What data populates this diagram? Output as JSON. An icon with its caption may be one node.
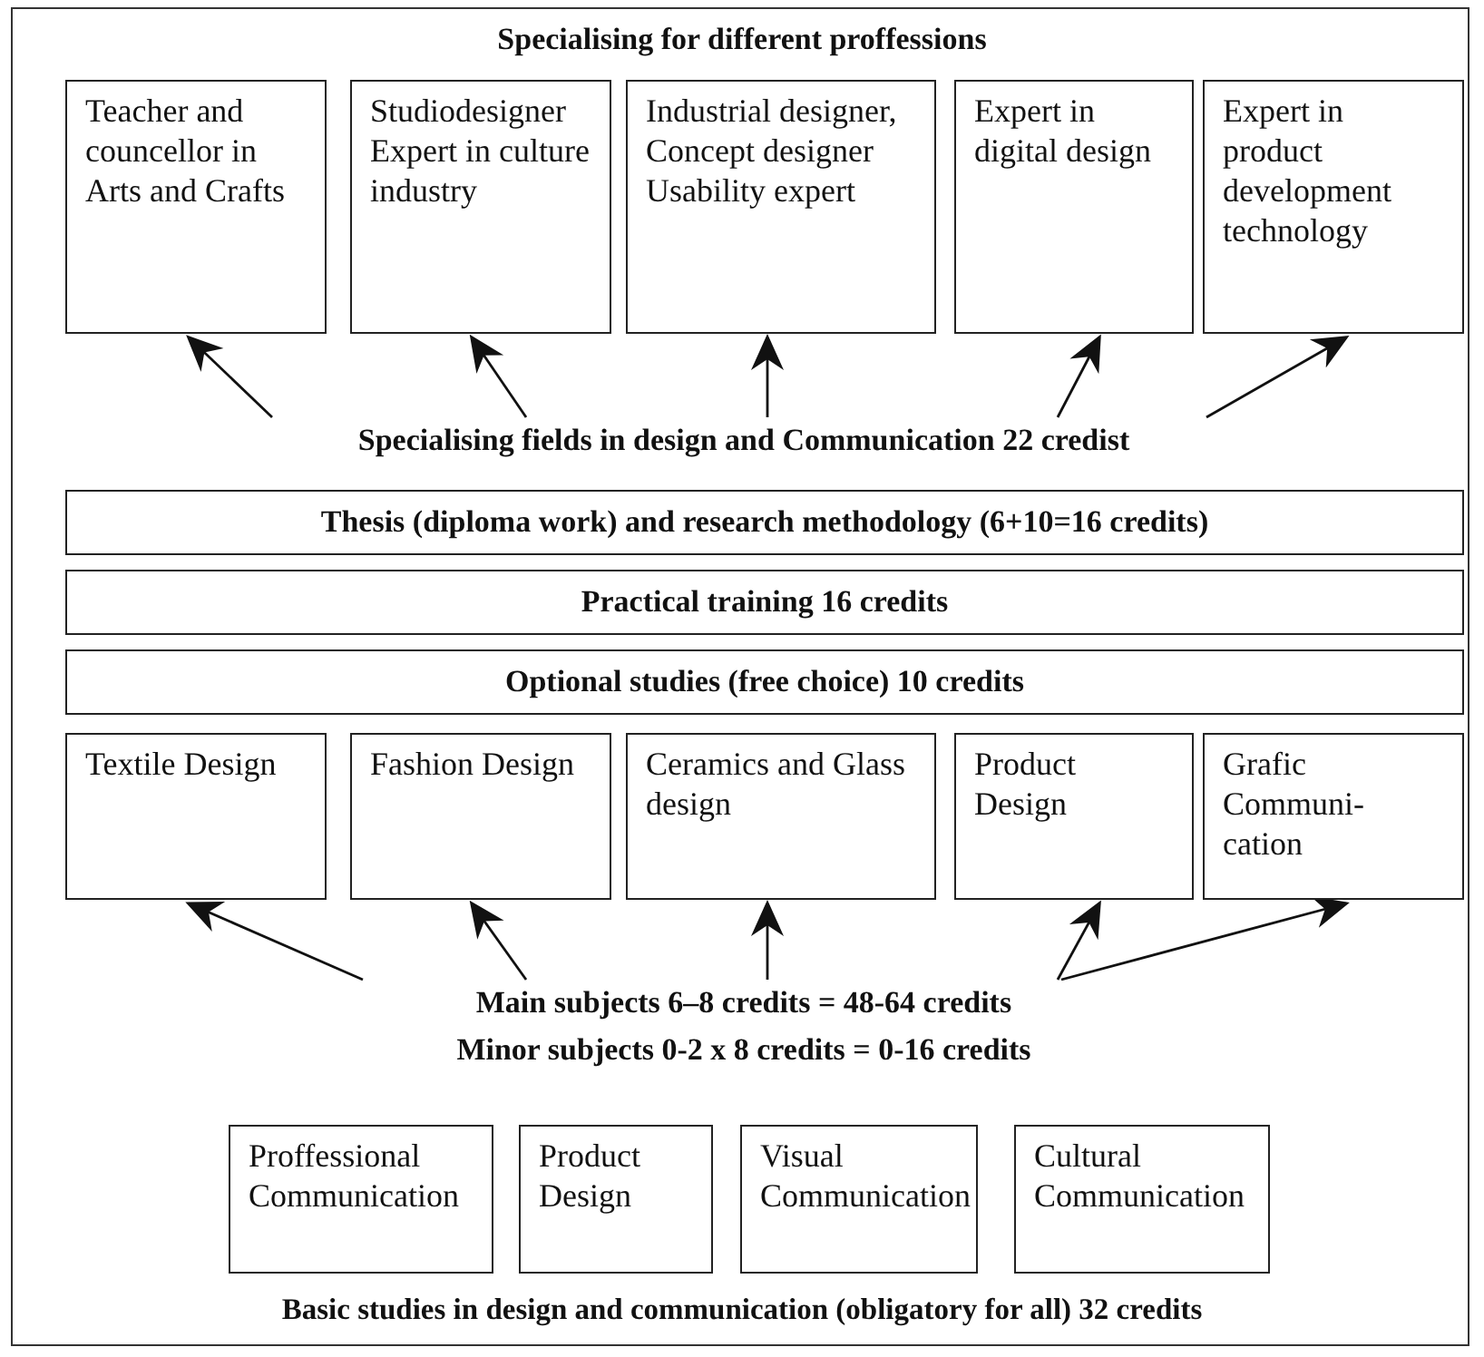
{
  "diagram": {
    "title": "Specialising for different proffessions",
    "nodes": [
      {
        "text": [
          "Teacher and councellor in Arts and Crafts"
        ]
      },
      {
        "text": [
          "Studiodesigner Expert in culture industry"
        ]
      },
      {
        "text": [
          "Industrial designer, Concept designer Usability expert"
        ]
      },
      {
        "text": [
          "Expert in digital design"
        ]
      },
      {
        "text": [
          "Expert in product development technology"
        ]
      },
      {
        "text": [
          "Specialising fields in design and Communication 22 credist"
        ]
      },
      {
        "text": [
          "Thesis (diploma work) and research methodology (6+10=16 credits)"
        ]
      },
      {
        "text": [
          "Practical training 16 credits"
        ]
      },
      {
        "text": [
          "Optional studies (free choice) 10 credits"
        ]
      },
      {
        "text": [
          "Textile Design"
        ]
      },
      {
        "text": [
          "Fashion Design"
        ]
      },
      {
        "text": [
          "Ceramics and Glass design"
        ]
      },
      {
        "text": [
          "Product Design"
        ]
      },
      {
        "text": [
          "Grafic Communi- cation"
        ]
      },
      {
        "text": [
          "Main subjects 6–8 credits = 48-64 credits",
          "Minor subjects 0-2 x 8 credits = 0-16 credits"
        ]
      },
      {
        "text": [
          "Proffessional Communication"
        ]
      },
      {
        "text": [
          "Product Design"
        ]
      },
      {
        "text": [
          "Visual Communication"
        ]
      },
      {
        "text": [
          "Cultural Communication"
        ]
      }
    ],
    "edges": [
      {
        "from": 5,
        "to": 0,
        "arrow": "to"
      },
      {
        "from": 5,
        "to": 1,
        "arrow": "to"
      },
      {
        "from": 5,
        "to": 2,
        "arrow": "to"
      },
      {
        "from": 5,
        "to": 3,
        "arrow": "to"
      },
      {
        "from": 5,
        "to": 4,
        "arrow": "to"
      },
      {
        "from": 14,
        "to": 9,
        "arrow": "to"
      },
      {
        "from": 14,
        "to": 10,
        "arrow": "to"
      },
      {
        "from": 14,
        "to": 11,
        "arrow": "to"
      },
      {
        "from": 14,
        "to": 12,
        "arrow": "to"
      },
      {
        "from": 14,
        "to": 13,
        "arrow": "to"
      }
    ],
    "labels": [
      "Basic studies in design and communication (obligatory for all) 32 credits"
    ]
  }
}
